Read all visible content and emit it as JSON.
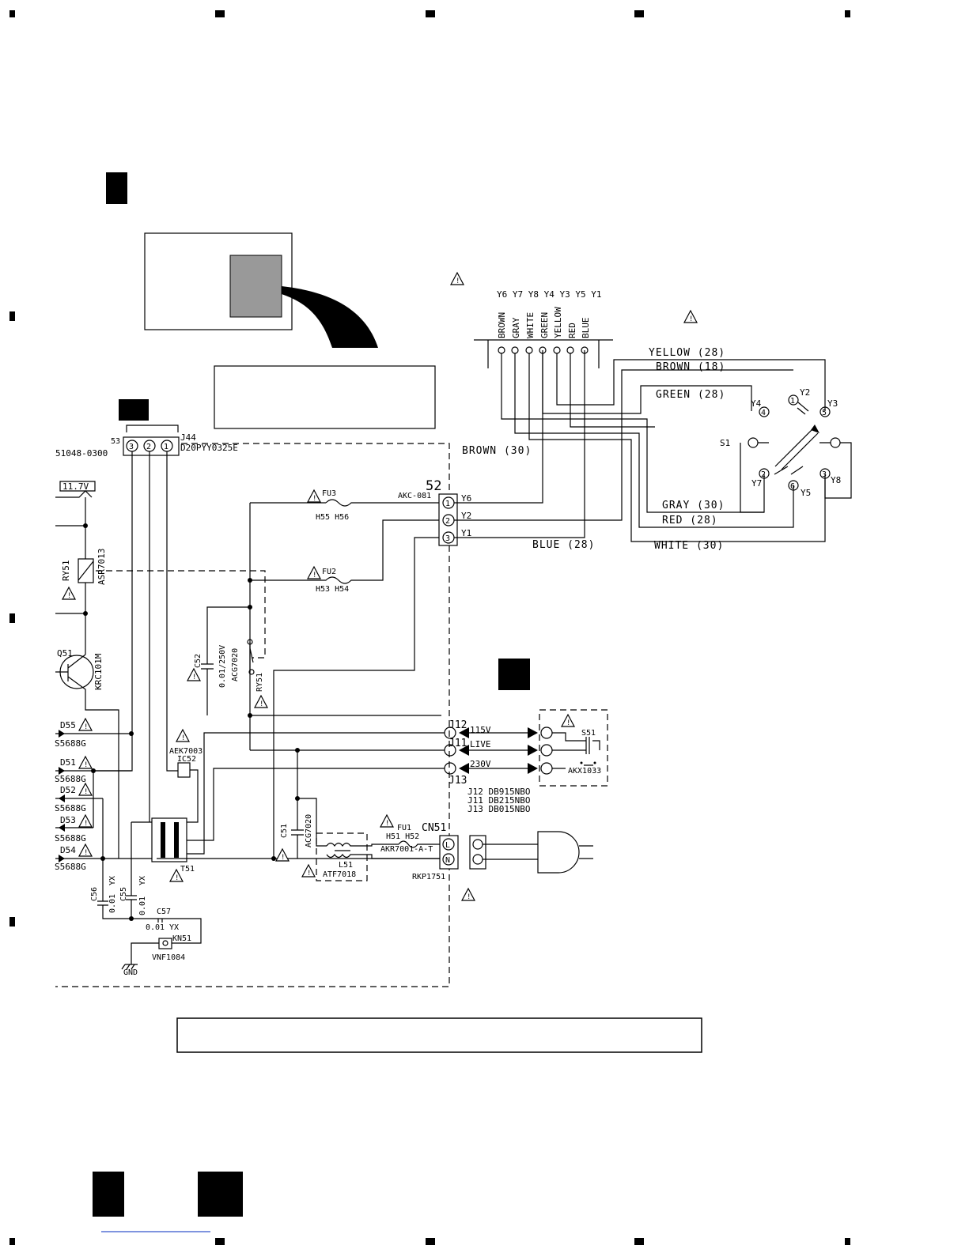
{
  "power_connector": {
    "ref": "J44",
    "part": "D20PYY0325E",
    "housing_pins": "53",
    "housing_part": "51048-0300",
    "pins": [
      "3",
      "2",
      "1"
    ]
  },
  "voltage_supply": "11.7V",
  "relay": {
    "ref": "RY51",
    "part": "ASR7013",
    "contact_ref": "RY51"
  },
  "transistor": {
    "ref": "Q51",
    "part": "KRC101M"
  },
  "diodes": [
    {
      "ref": "D55",
      "part": "S5688G"
    },
    {
      "ref": "D51",
      "part": "S5688G"
    },
    {
      "ref": "D52",
      "part": "S5688G"
    },
    {
      "ref": "D53",
      "part": "S5688G"
    },
    {
      "ref": "D54",
      "part": "S5688G"
    }
  ],
  "fuses": {
    "fu3": {
      "ref": "FU3",
      "holders": "H55 H56",
      "part": "AKC-081"
    },
    "fu2": {
      "ref": "FU2",
      "holders": "H53 H54"
    },
    "fu1": {
      "ref": "FU1",
      "holders": "H51 H52",
      "part": "AKR7001-A-T"
    }
  },
  "capacitors": {
    "c52": {
      "ref": "C52",
      "value": "0.01/250V",
      "part": "ACG7020"
    },
    "c51": {
      "ref": "C51",
      "part": "ACG7020"
    },
    "c56": {
      "ref": "C56",
      "value": "0.01",
      "type": "YX"
    },
    "c55": {
      "ref": "C55",
      "value": "0.01",
      "type": "YX"
    },
    "c57": {
      "ref": "C57",
      "value": "0.01",
      "type": "YX"
    }
  },
  "ic52": {
    "ref": "IC52",
    "part": "AEK7003"
  },
  "transformer": {
    "ref": "T51"
  },
  "line_filter": {
    "ref": "L51",
    "part": "ATF7018"
  },
  "ac_inlet": {
    "ref": "CN51",
    "part": "RKP1751",
    "pin_l": "L",
    "pin_n": "N"
  },
  "ground": {
    "ref": "KN51",
    "part": "VNF1084",
    "label": "GND"
  },
  "terminal_block": {
    "ref": "52",
    "pins": [
      {
        "num": "1",
        "tag": "Y6"
      },
      {
        "num": "2",
        "tag": "Y2"
      },
      {
        "num": "3",
        "tag": "Y1"
      }
    ]
  },
  "voltage_jumpers": {
    "j12": {
      "ref": "J12",
      "label": "115V"
    },
    "j11": {
      "ref": "J11",
      "label": "LIVE"
    },
    "j13": {
      "ref": "J13",
      "label": "230V"
    },
    "parts": [
      "J12 DB915NBO",
      "J11 DB215NBO",
      "J13 DB015NBO"
    ]
  },
  "selector_switch": {
    "ref": "S51",
    "part": "AKX1033"
  },
  "wire_harness": {
    "tags": "Y6 Y7 Y8 Y4 Y3 Y5 Y1",
    "colors": [
      "BROWN",
      "GRAY",
      "WHITE",
      "GREEN",
      "YELLOW",
      "RED",
      "BLUE"
    ]
  },
  "wire_labels": {
    "brown30": "BROWN (30)",
    "blue28": "BLUE (28)",
    "yellow28": "YELLOW (28)",
    "brown18": "BROWN (18)",
    "green28": "GREEN (28)",
    "gray30": "GRAY (30)",
    "red28": "RED (28)",
    "white30": "WHITE (30)"
  },
  "rotary_switch": {
    "ref": "S1",
    "terminals": [
      {
        "num": "4",
        "tag": "Y4"
      },
      {
        "num": "1",
        "tag": "Y2"
      },
      {
        "num": "5",
        "tag": "Y3"
      },
      {
        "num": "2",
        "tag": "Y7"
      },
      {
        "num": "6",
        "tag": "Y5"
      },
      {
        "num": "3",
        "tag": "Y8"
      }
    ]
  },
  "warning_symbol": "!",
  "colors": {
    "ink": "#000000",
    "paper": "#ffffff",
    "shade": "#999999"
  }
}
